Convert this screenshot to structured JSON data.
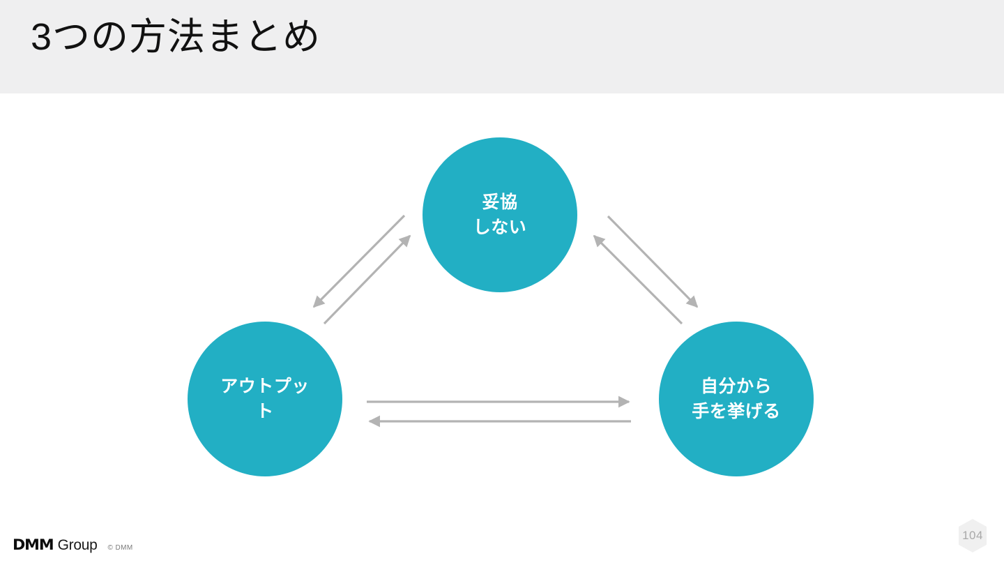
{
  "slide": {
    "title": "3つの方法まとめ",
    "header_background": "#efeff0",
    "accent_color": "#22AFC4",
    "arrow_color": "#b3b3b3"
  },
  "diagram": {
    "type": "cycle",
    "nodes": [
      {
        "id": "top",
        "label": "妥協\nしない",
        "lines": [
          "妥協",
          "しない"
        ],
        "color": "#22AFC4",
        "position": "top"
      },
      {
        "id": "left",
        "label": "アウトプット",
        "lines": [
          "アウトプッ",
          "ト"
        ],
        "color": "#22AFC4",
        "position": "bottom-left"
      },
      {
        "id": "right",
        "label": "自分から\n手を挙げる",
        "lines": [
          "自分から",
          "手を挙げる"
        ],
        "color": "#22AFC4",
        "position": "bottom-right"
      }
    ],
    "connections": [
      {
        "from": "left",
        "to": "top",
        "direction": "up-right"
      },
      {
        "from": "top",
        "to": "left",
        "direction": "down-left"
      },
      {
        "from": "top",
        "to": "right",
        "direction": "down-right"
      },
      {
        "from": "right",
        "to": "top",
        "direction": "up-left"
      },
      {
        "from": "left",
        "to": "right",
        "direction": "right"
      },
      {
        "from": "right",
        "to": "left",
        "direction": "left"
      }
    ]
  },
  "footer": {
    "brand_mark": "DMM",
    "brand_word": "Group",
    "copyright": "© DMM",
    "page_number": "104"
  }
}
